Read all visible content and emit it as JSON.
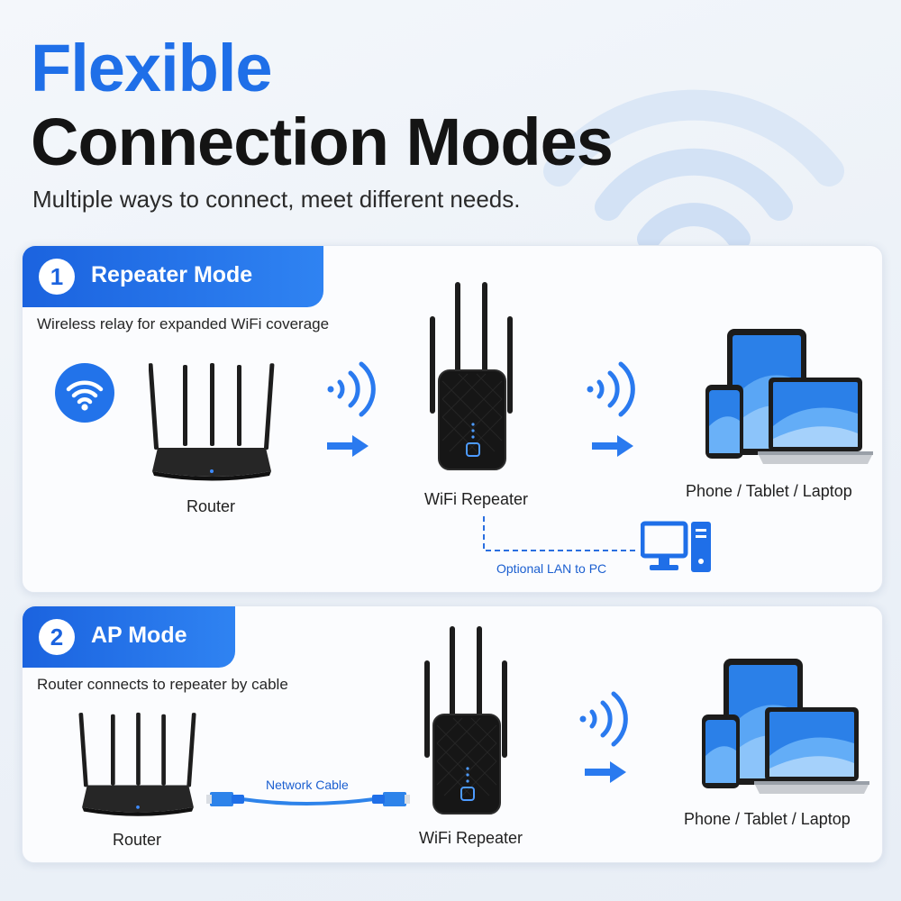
{
  "header": {
    "title_line1": "Flexible",
    "title_line2": "Connection Modes",
    "subtitle": "Multiple ways to connect, meet different needs."
  },
  "colors": {
    "accent": "#1f6fe8",
    "dark": "#141414",
    "device": "#1a1a1a"
  },
  "repeater_mode": {
    "number": "1",
    "title": "Repeater Mode",
    "description": "Wireless relay for expanded WiFi coverage",
    "router_label": "Router",
    "repeater_label": "WiFi Repeater",
    "devices_label": "Phone / Tablet / Laptop",
    "lan_label": "Optional LAN to PC"
  },
  "ap_mode": {
    "number": "2",
    "title": "AP Mode",
    "description": "Router connects to repeater by cable",
    "router_label": "Router",
    "cable_label": "Network Cable",
    "repeater_label": "WiFi Repeater",
    "devices_label": "Phone / Tablet / Laptop"
  },
  "icons": [
    "wifi-icon",
    "router-icon",
    "repeater-icon",
    "signal-waves-icon",
    "arrow-right-icon",
    "phone-icon",
    "tablet-icon",
    "laptop-icon",
    "desktop-pc-icon",
    "ethernet-cable-icon"
  ]
}
